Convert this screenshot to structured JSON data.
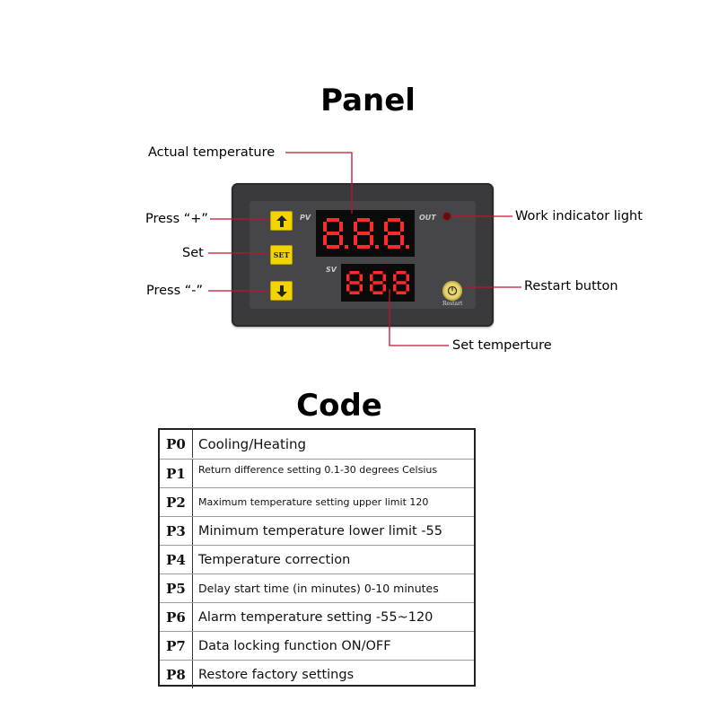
{
  "panel": {
    "title": "Panel",
    "labels": {
      "actual_temperature": "Actual temperature",
      "press_plus": "Press “+”",
      "set": "Set",
      "press_minus": "Press “-”",
      "work_indicator": "Work indicator light",
      "restart_button": "Restart button",
      "set_temperature": "Set temperture"
    },
    "device": {
      "pv_label": "PV",
      "sv_label": "SV",
      "out_label": "OUT",
      "set_key": "SET",
      "restart_caption": "Restart",
      "pv_reading": "8.8.8.",
      "sv_reading": "888"
    }
  },
  "code": {
    "title": "Code",
    "rows": [
      {
        "code": "P0",
        "text": "Cooling/Heating"
      },
      {
        "code": "P1",
        "text": "Return difference setting 0.1-30 degrees Celsius"
      },
      {
        "code": "P2",
        "text": "Maximum temperature setting upper limit 120"
      },
      {
        "code": "P3",
        "text": "Minimum temperature lower limit -55"
      },
      {
        "code": "P4",
        "text": "Temperature correction"
      },
      {
        "code": "P5",
        "text": "Delay start time (in minutes) 0-10 minutes"
      },
      {
        "code": "P6",
        "text": "Alarm temperature setting -55~120"
      },
      {
        "code": "P7",
        "text": "Data locking function ON/OFF"
      },
      {
        "code": "P8",
        "text": "Restore factory settings"
      }
    ]
  },
  "colors": {
    "callout_line": "#c8102e",
    "key_yellow": "#f4d400",
    "segment_red": "#ff2a2a"
  }
}
